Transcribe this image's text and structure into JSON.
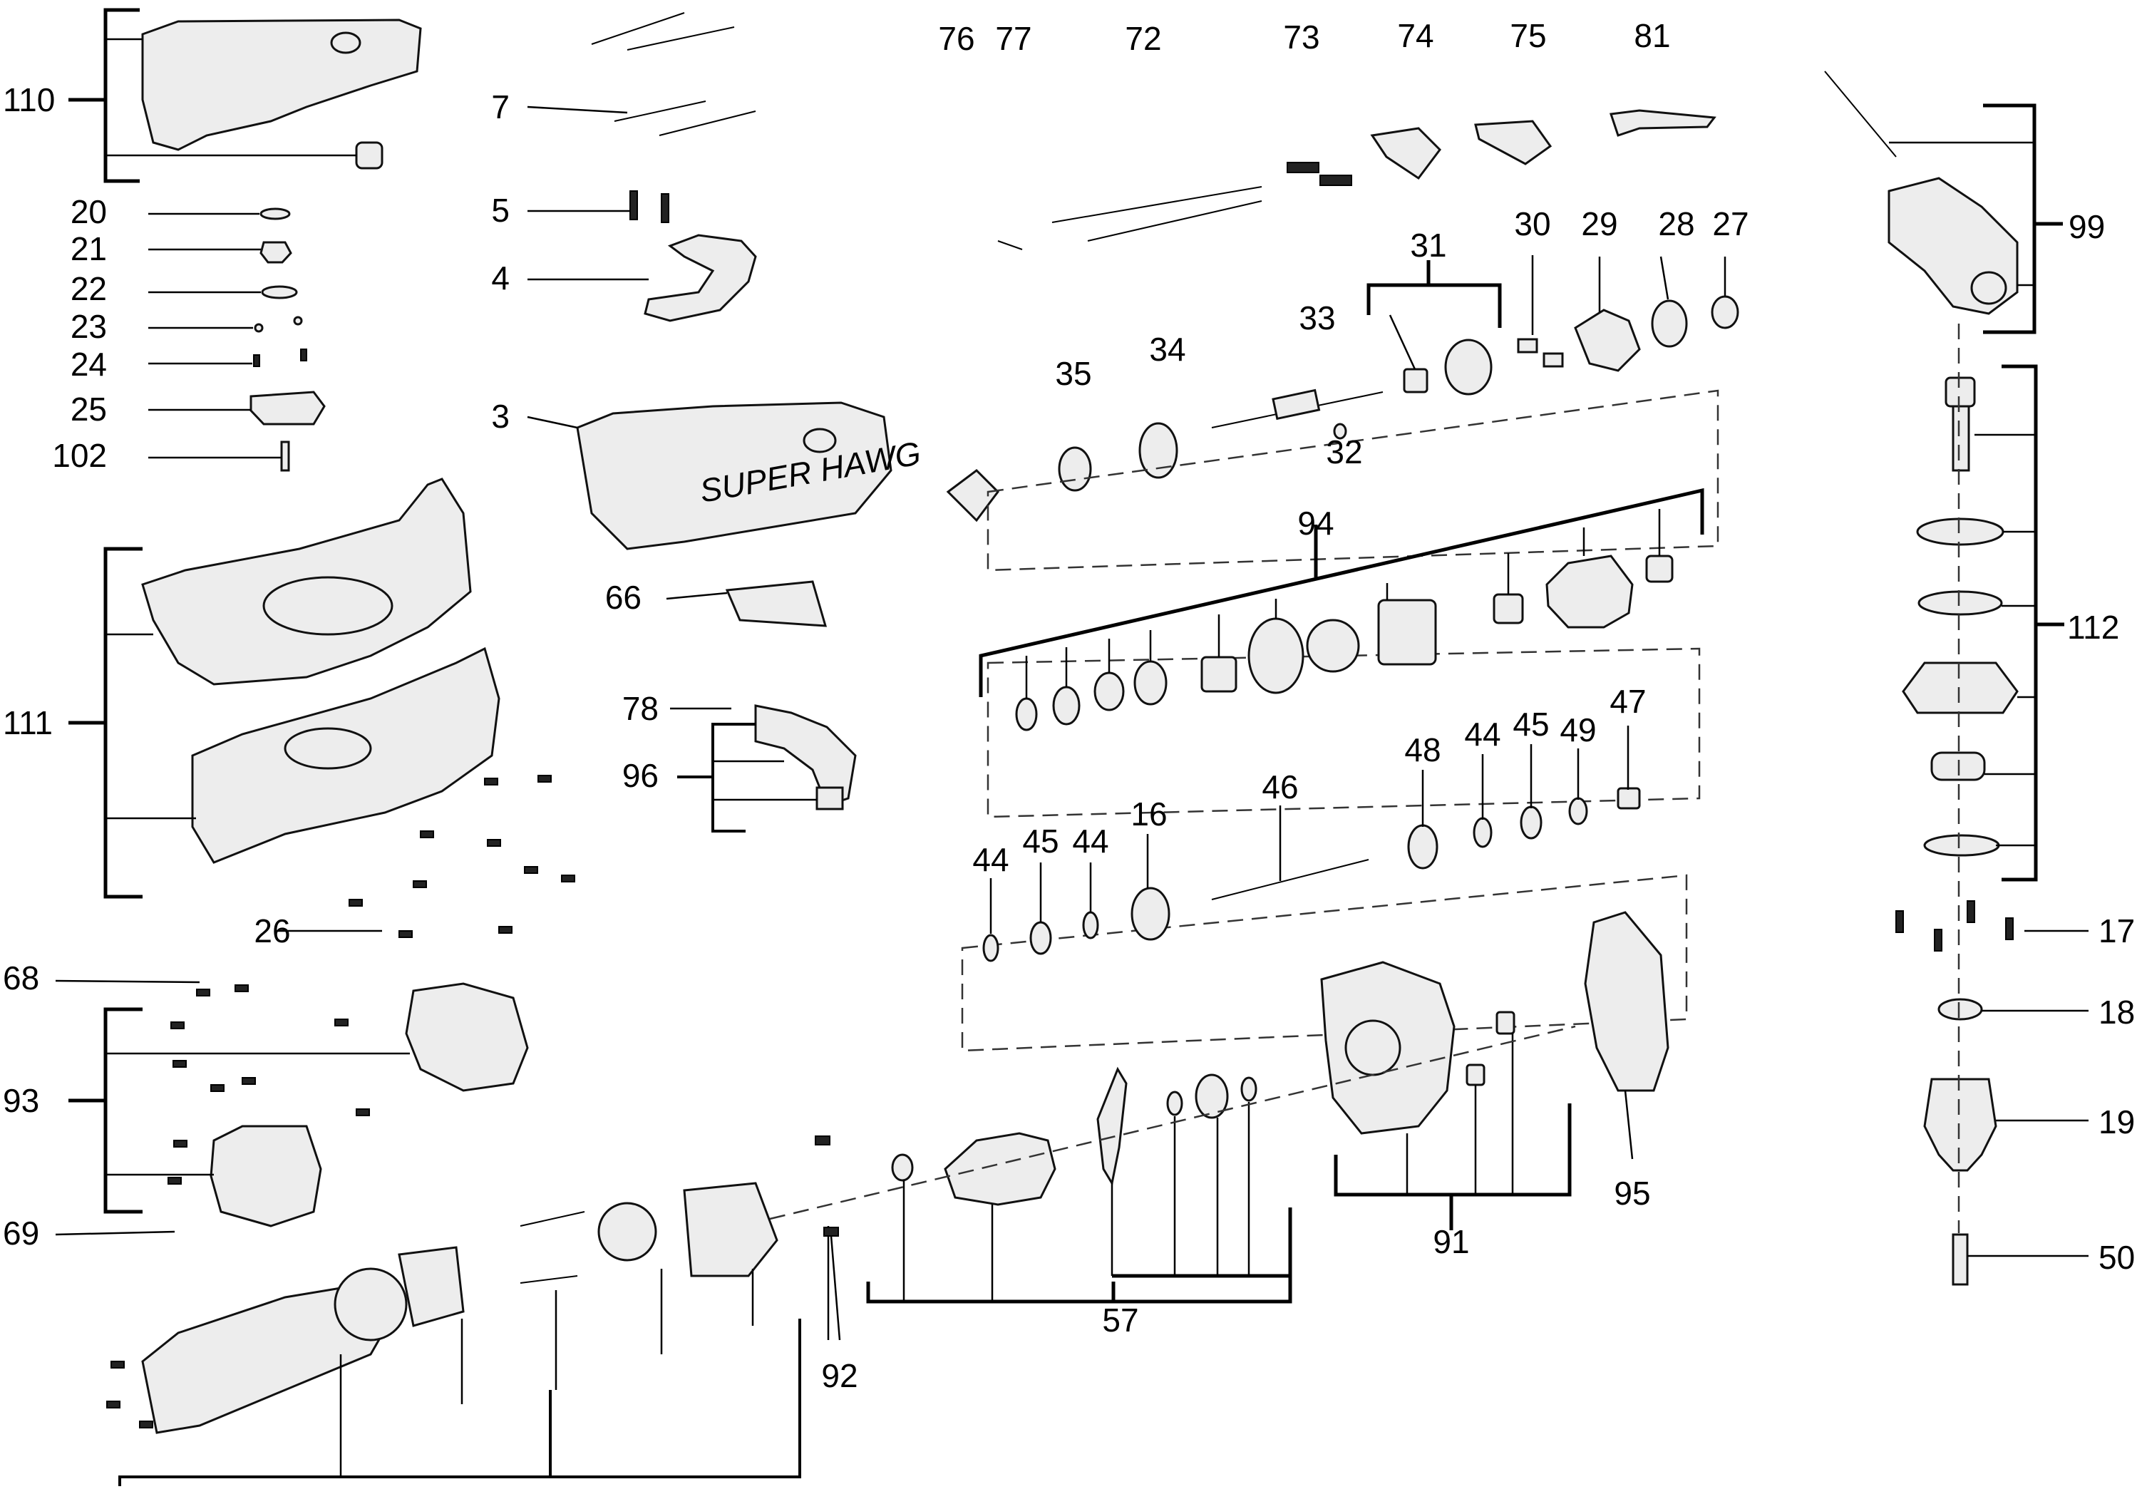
{
  "diagram": {
    "callouts": [
      "110",
      "20",
      "21",
      "22",
      "23",
      "24",
      "25",
      "102",
      "7",
      "5",
      "4",
      "3",
      "66",
      "111",
      "26",
      "78",
      "96",
      "68",
      "93",
      "69",
      "76",
      "77",
      "72",
      "73",
      "74",
      "75",
      "81",
      "99",
      "31",
      "30",
      "29",
      "28",
      "27",
      "33",
      "34",
      "35",
      "32",
      "94",
      "112",
      "48",
      "44",
      "45",
      "49",
      "47",
      "46",
      "16",
      "17",
      "18",
      "19",
      "50",
      "95",
      "91",
      "57",
      "92"
    ],
    "logo_text": "SUPER HAWG"
  }
}
